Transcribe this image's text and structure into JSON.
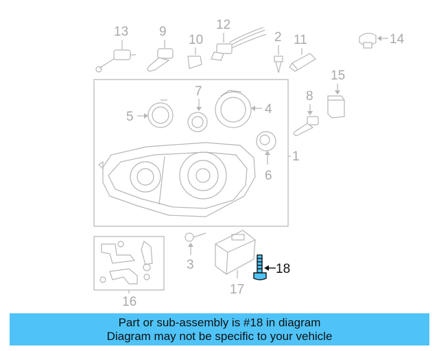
{
  "callouts": {
    "c1": "1",
    "c3": "3",
    "c4": "4",
    "c5": "5",
    "c6": "6",
    "c7": "7",
    "c8": "8",
    "c9": "9",
    "c10": "10",
    "c11": "11",
    "c12": "12",
    "c13": "13",
    "c14": "14",
    "c15": "15",
    "c16": "16",
    "c17": "17",
    "c18": "18",
    "c2": "2"
  },
  "highlighted_part": "18",
  "colors": {
    "banner": "#4fc3f7",
    "highlight": "#4fc3f7",
    "part_lines": "#b5b5b5",
    "callout_text": "#a9a9a9"
  },
  "banner": {
    "line1": "Part or sub-assembly is #18 in diagram",
    "line2": "Diagram may not be specific to your vehicle"
  }
}
